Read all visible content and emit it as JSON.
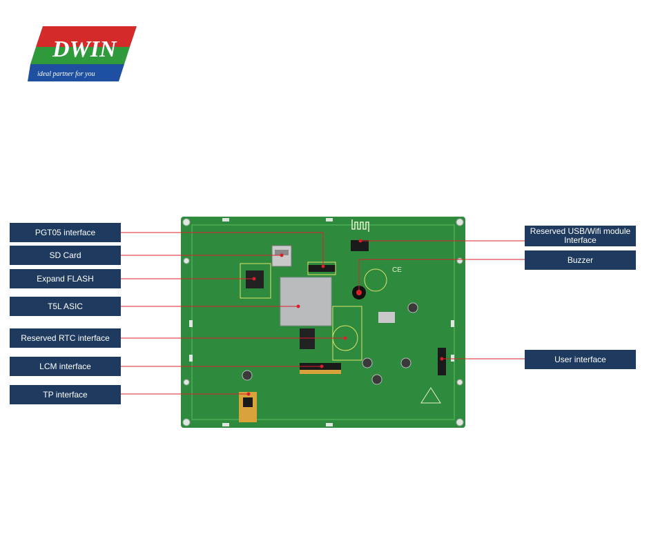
{
  "logo": {
    "brand": "DWIN",
    "tagline": "ideal partner for you",
    "colors": {
      "red": "#d42a2a",
      "green": "#2f9a3c",
      "blue": "#1e4fa0"
    }
  },
  "labels": {
    "left": [
      {
        "id": "pgt05",
        "text": "PGT05 interface"
      },
      {
        "id": "sdcard",
        "text": "SD Card"
      },
      {
        "id": "flash",
        "text": "Expand FLASH"
      },
      {
        "id": "asic",
        "text": "T5L ASIC"
      },
      {
        "id": "rtc",
        "text": "Reserved RTC interface"
      },
      {
        "id": "lcm",
        "text": "LCM interface"
      },
      {
        "id": "tp",
        "text": "TP interface"
      }
    ],
    "right": [
      {
        "id": "usb",
        "text": "Reserved USB/Wifi module Interface"
      },
      {
        "id": "buzzer",
        "text": "Buzzer"
      },
      {
        "id": "user",
        "text": "User interface"
      }
    ]
  },
  "colors": {
    "label_bg": "#1f3a5f",
    "label_text": "#ffffff",
    "leader_line": "#d8202a",
    "pcb": "#2e8b3e",
    "pcb_trace": "#4caf50",
    "asic": "#b9bcbf",
    "silk": "#e8f0d0"
  }
}
